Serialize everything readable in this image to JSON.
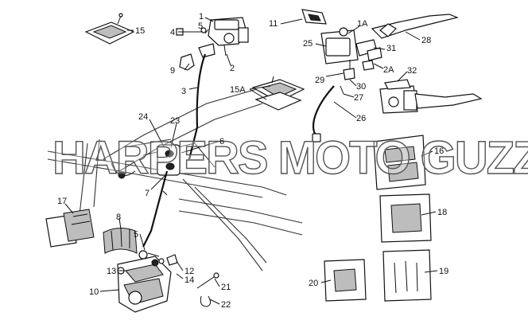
{
  "watermark": "HARPERS MOTO GUZZI©",
  "colors": {
    "ink": "#111111",
    "background": "#ffffff",
    "watermark_stroke": "#555555"
  },
  "labels": {
    "l1": "1",
    "l1A": "1A",
    "l2": "2",
    "l2A": "2A",
    "l3": "3",
    "l4": "4",
    "l5a": "5",
    "l5b": "5",
    "l6": "6",
    "l7": "7",
    "l8": "8",
    "l9": "9",
    "l10": "10",
    "l11": "11",
    "l12": "12",
    "l13": "13",
    "l14": "14",
    "l15": "15",
    "l15A": "15A",
    "l16": "16",
    "l17": "17",
    "l18": "18",
    "l19": "19",
    "l20": "20",
    "l21": "21",
    "l22": "22",
    "l23": "23",
    "l24": "24",
    "l25": "25",
    "l26": "26",
    "l27": "27",
    "l28": "28",
    "l29": "29",
    "l30": "30",
    "l31": "31",
    "l32": "32"
  }
}
